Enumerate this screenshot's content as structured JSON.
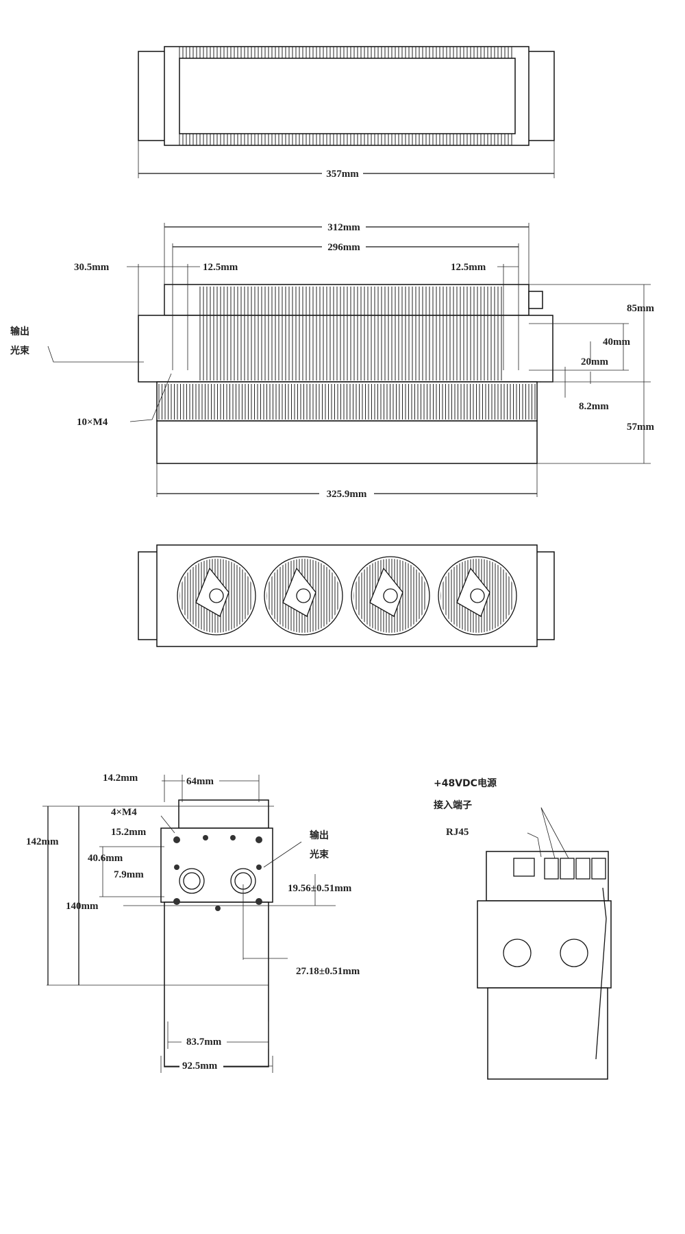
{
  "top_view": {
    "width_label": "357mm"
  },
  "side_view": {
    "dim_312": "312mm",
    "dim_296": "296mm",
    "dim_30_5": "30.5mm",
    "dim_12_5_left": "12.5mm",
    "dim_12_5_right": "12.5mm",
    "dim_85": "85mm",
    "dim_40": "40mm",
    "dim_20": "20mm",
    "dim_8_2": "8.2mm",
    "dim_57": "57mm",
    "dim_325_9": "325.9mm",
    "output_beam_line1": "输出",
    "output_beam_line2": "光束",
    "screws": "10×M4"
  },
  "fan_view": {
    "fan_count": 4
  },
  "end_view": {
    "dim_14_2": "14.2mm",
    "dim_64": "64mm",
    "dim_142": "142mm",
    "screws": "4×M4",
    "dim_15_2": "15.2mm",
    "dim_40_6": "40.6mm",
    "dim_7_9": "7.9mm",
    "dim_140": "140mm",
    "dim_19_56": "19.56±0.51mm",
    "dim_27_18": "27.18±0.51mm",
    "dim_83_7": "83.7mm",
    "dim_92_5": "92.5mm",
    "output_beam_line1": "输出",
    "output_beam_line2": "光束"
  },
  "rear_view": {
    "power_line1": "+48VDC电源",
    "power_line2": "接入端子",
    "rj45": "RJ45"
  }
}
